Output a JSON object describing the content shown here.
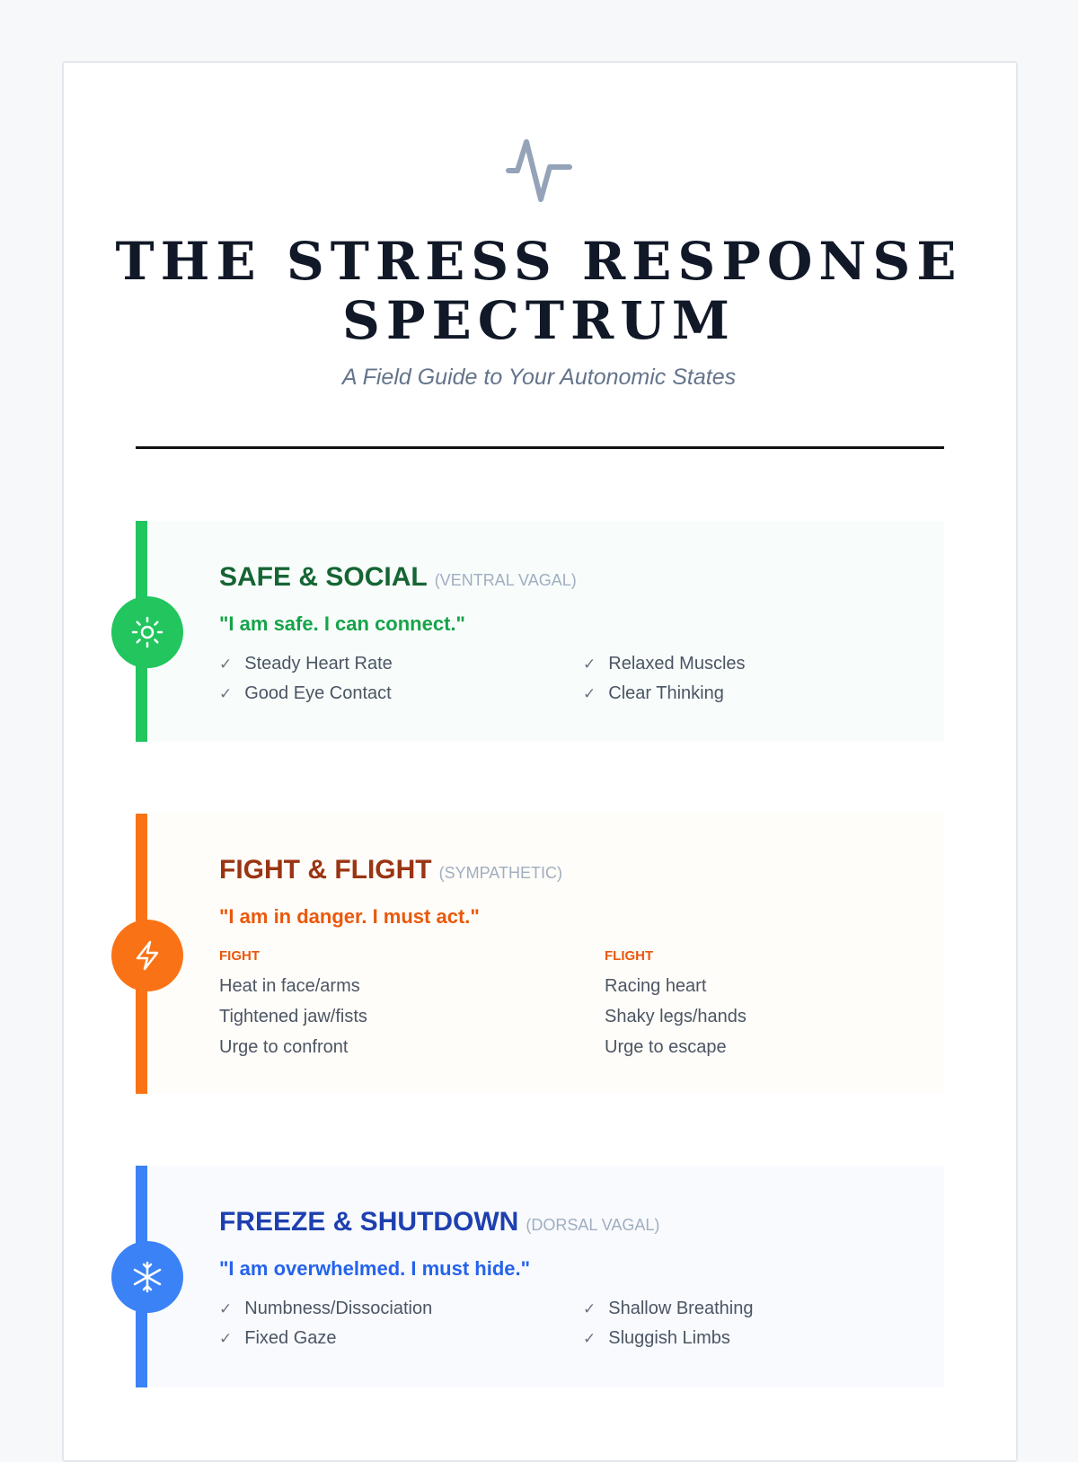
{
  "header": {
    "icon": "activity-pulse-icon",
    "title_line1": "THE STRESS RESPONSE",
    "title_line2": "SPECTRUM",
    "subtitle": "A Field Guide to Your Autonomic States"
  },
  "sections": [
    {
      "name": "SAFE & SOCIAL",
      "sub": "(VENTRAL VAGAL)",
      "quote": "\"I am safe. I can connect.\"",
      "icon": "sun-icon",
      "color": "#22c55e",
      "items": [
        "Steady Heart Rate",
        "Relaxed Muscles",
        "Good Eye Contact",
        "Clear Thinking"
      ]
    },
    {
      "name": "FIGHT & FLIGHT",
      "sub": "(SYMPATHETIC)",
      "quote": "\"I am in danger. I must act.\"",
      "icon": "lightning-icon",
      "color": "#f97316",
      "fight_label": "FIGHT",
      "flight_label": "FLIGHT",
      "fight": [
        "Heat in face/arms",
        "Tightened jaw/fists",
        "Urge to confront"
      ],
      "flight": [
        "Racing heart",
        "Shaky legs/hands",
        "Urge to escape"
      ]
    },
    {
      "name": "FREEZE & SHUTDOWN",
      "sub": "(DORSAL VAGAL)",
      "quote": "\"I am overwhelmed. I must hide.\"",
      "icon": "snowflake-icon",
      "color": "#3b82f6",
      "items": [
        "Numbness/Dissociation",
        "Shallow Breathing",
        "Fixed Gaze",
        "Sluggish Limbs"
      ]
    }
  ],
  "check": "✓"
}
